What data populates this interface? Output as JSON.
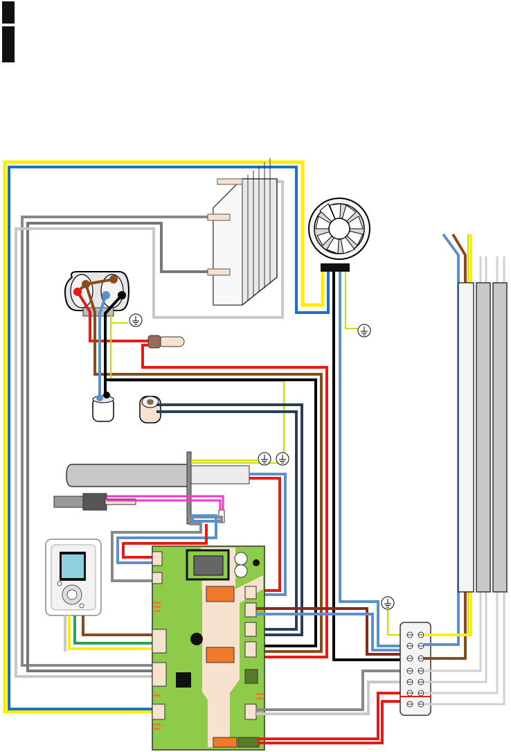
{
  "document": {
    "kind": "wiring diagram",
    "text_labels": []
  },
  "colors": {
    "yellow": "#ffee00",
    "blue": "#1a6fc9",
    "light_blue": "#5b8fce",
    "brown": "#8b4a1a",
    "red": "#e41b17",
    "black": "#000000",
    "dark_navy": "#2c3e57",
    "grey": "#888888",
    "light_grey": "#cfcfcf",
    "green_yellow": "#c7e000",
    "pink": "#ff33cc",
    "dark_red": "#8b2a1a",
    "pcb_green": "#8fcb4a",
    "connector_peach": "#f7e1cf",
    "relay_orange": "#f07a2a"
  },
  "components": {
    "heat_exchanger": "heat-exchanger",
    "fan": "combustion-fan",
    "pump": "circulation-pump",
    "sensor": "temperature-sensor",
    "capacitor": "capacitor",
    "solenoid": "gas-valve-coil",
    "burner": "burner-assembly",
    "electrode": "ignition-electrode",
    "thermostat": "room-controller",
    "pcb": "control-board",
    "terminal_block": "mains-terminal-block",
    "heating_elements": "heating-elements",
    "earth_symbol": "earth-icon"
  },
  "terminal_block": {
    "rows": 7
  },
  "heating_elements": {
    "count": 3
  }
}
